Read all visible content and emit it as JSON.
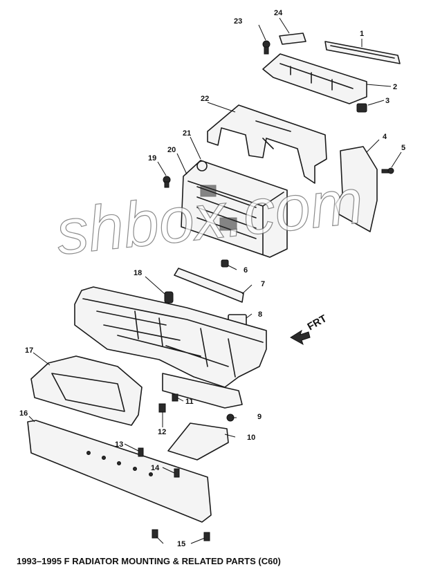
{
  "callouts": {
    "c1": "1",
    "c2": "2",
    "c3": "3",
    "c4": "4",
    "c5": "5",
    "c6": "6",
    "c7": "7",
    "c8": "8",
    "c9": "9",
    "c10": "10",
    "c11": "11",
    "c12": "12",
    "c13": "13",
    "c14": "14",
    "c15": "15",
    "c16": "16",
    "c17": "17",
    "c18": "18",
    "c19": "19",
    "c20": "20",
    "c21": "21",
    "c22": "22",
    "c23": "23",
    "c24": "24"
  },
  "direction_label": "FRT",
  "watermark": "shbox.com",
  "caption": "1993–1995 F RADIATOR MOUNTING & RELATED PARTS (C60)"
}
